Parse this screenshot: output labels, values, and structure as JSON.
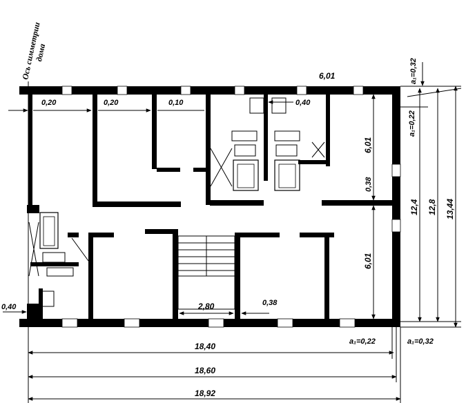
{
  "axis_label": {
    "line1": "Ось симметрии",
    "line2": "дома"
  },
  "dimensions": {
    "top_wall": "6,01",
    "wall_020_a": "0,20",
    "wall_020_b": "0,20",
    "wall_010": "0,10",
    "wall_040_top": "0,40",
    "room_upper": "6,01",
    "corridor": "0,38",
    "room_lower": "6,01",
    "h_124": "12,4",
    "h_128": "12,8",
    "h_1344": "13,44",
    "a_top": "a₁=0,32",
    "a_right": "a₁=0,22",
    "wall_040_left": "0,40",
    "stair": "2,80",
    "wall_038": "0,38",
    "a_bottom_022": "a₁=0,22",
    "a_bottom_032": "a₁=0,32",
    "w_1840": "18,40",
    "w_1860": "18,60",
    "w_1892": "18,92"
  }
}
